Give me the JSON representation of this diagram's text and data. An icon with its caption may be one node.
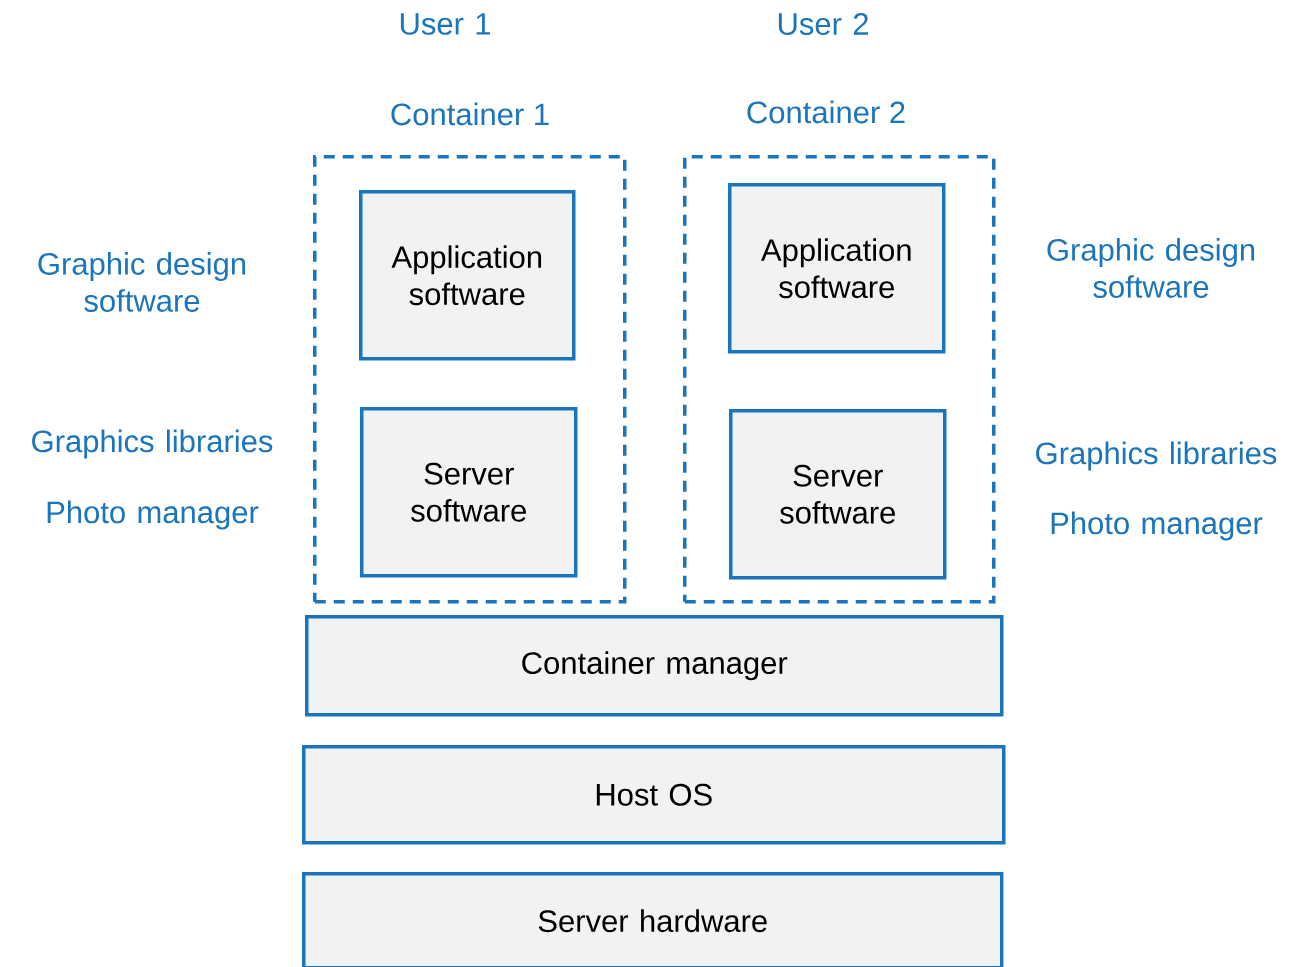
{
  "diagram": {
    "nodes": [
      {
        "text": [
          "Container 1"
        ]
      },
      {
        "text": [
          "Application software"
        ],
        "in": 0
      },
      {
        "text": [
          "Server software"
        ],
        "in": 0
      },
      {
        "text": [
          "Container 2"
        ]
      },
      {
        "text": [
          "Application software"
        ],
        "in": 3
      },
      {
        "text": [
          "Server software"
        ],
        "in": 3
      },
      {
        "text": [
          "Container manager"
        ]
      },
      {
        "text": [
          "Host OS"
        ]
      },
      {
        "text": [
          "Server hardware"
        ]
      }
    ],
    "labels": [
      "User 1",
      "User 2",
      "Graphic design software",
      "Graphic design software",
      "Graphics libraries",
      "Graphics libraries",
      "Photo manager",
      "Photo manager"
    ]
  }
}
